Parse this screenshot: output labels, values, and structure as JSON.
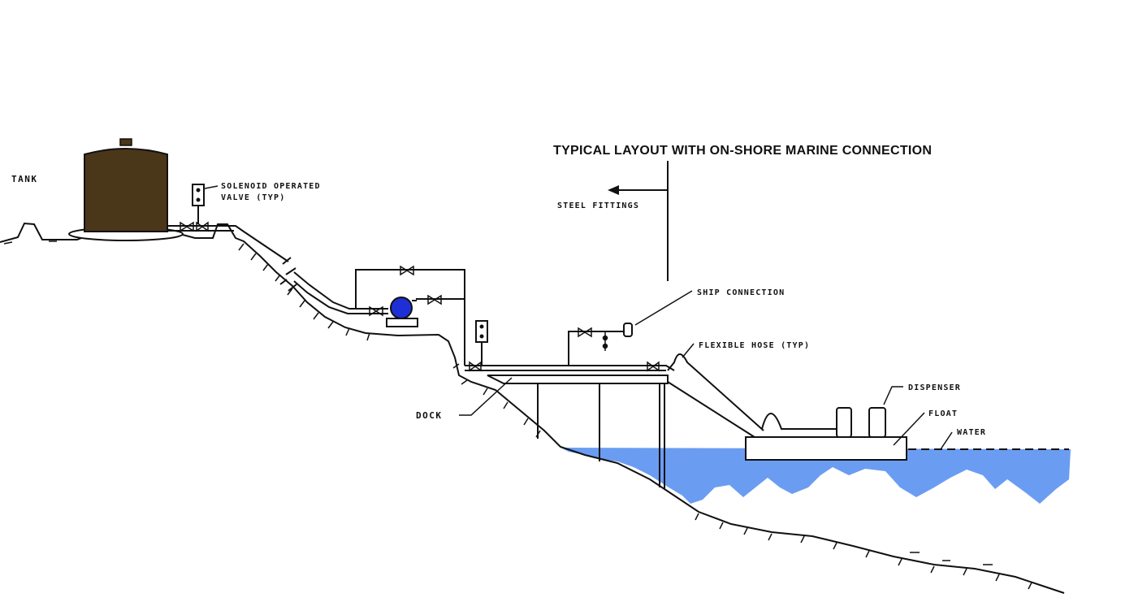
{
  "title": "TYPICAL LAYOUT WITH ON-SHORE MARINE CONNECTION",
  "labels": {
    "tank": "TANK",
    "solenoid_line1": "SOLENOID OPERATED",
    "solenoid_line2": "VALVE (TYP)",
    "steel_fittings": "STEEL FITTINGS",
    "ship_connection": "SHIP CONNECTION",
    "flexible_hose": "FLEXIBLE HOSE (TYP)",
    "dispenser": "DISPENSER",
    "float": "FLOAT",
    "water": "WATER",
    "dock": "DOCK"
  },
  "colors": {
    "tank": "#4a3619",
    "pump": "#1f2fd6",
    "water": "#6a9df2",
    "ink": "#111111"
  },
  "icons": {
    "pump": "centrifugal-pump-icon",
    "valve": "gate-valve-icon",
    "solenoid": "solenoid-valve-icon"
  }
}
